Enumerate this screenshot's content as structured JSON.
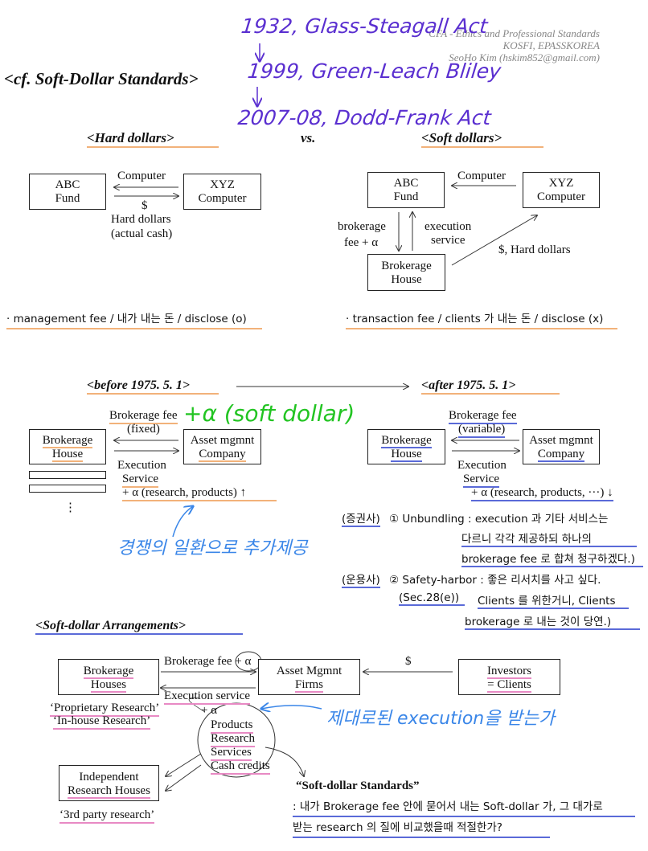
{
  "header": {
    "line1": "CFA - Ethics and Professional Standards",
    "line2": "KOSFI, EPASSKOREA",
    "line3": "SeoHo Kim (hskim852@gmail.com)"
  },
  "title": "<cf. Soft-Dollar Standards>",
  "handwriting_top": {
    "a": "1932, Glass-Steagall Act",
    "b": "1999, Green-Leach Bliley",
    "c": "2007-08, Dodd-Frank Act"
  },
  "section1": {
    "hard_title": "<Hard dollars>",
    "vs": "vs.",
    "soft_title": "<Soft dollars>",
    "hard": {
      "fund": "ABC\nFund",
      "computer": "XYZ\nComputer",
      "arrow_top": "Computer",
      "dollar": "$",
      "hard_label1": "Hard dollars",
      "hard_label2": "(actual cash)",
      "note": "· management fee / 내가 내는 돈 / disclose (o)"
    },
    "soft": {
      "fund": "ABC\nFund",
      "computer": "XYZ\nComputer",
      "arrow_top": "Computer",
      "brokerage": "brokerage",
      "fee": "fee + α",
      "execution": "execution",
      "service": "service",
      "house": "Brokerage\nHouse",
      "hard": "$, Hard dollars",
      "note": "· transaction fee / clients 가 내는 돈 / disclose (x)"
    }
  },
  "section2": {
    "before_title": "<before 1975. 5. 1>",
    "after_title": "<after 1975. 5. 1>",
    "before": {
      "fee1": "Brokerage fee",
      "fee2": "(fixed)",
      "house1": "Brokerage",
      "house2": "House",
      "am1": "Asset mgmnt",
      "am2": "Company",
      "exec1": "Execution",
      "exec2": "Service",
      "plus": "+ α (research, products) ↑",
      "dots": "⋮",
      "hand_green": "+α (soft dollar)",
      "hand_blue": "경쟁의 일환으로 추가제공"
    },
    "after": {
      "fee1": "Brokerage fee",
      "fee2": "(variable)",
      "house1": "Brokerage",
      "house2": "House",
      "am1": "Asset mgmnt",
      "am2": "Company",
      "exec1": "Execution",
      "exec2": "Service",
      "plus": "+ α (research, products, ···) ↓",
      "k1a": "(증권사)",
      "k1b": "① Unbundling : execution 과 기타 서비스는",
      "k1c": "다르니 각각 제공하되 하나의",
      "k1d": "brokerage fee 로 합쳐 청구하겠다.)",
      "k2a": "(운용사)",
      "k2b": "② Safety-harbor : 좋은 리서치를 사고 싶다.",
      "k2c": "(Sec.28(e))",
      "k2d": "Clients 를 위한거니, Clients",
      "k2e": "brokerage 로 내는 것이 당연.)"
    }
  },
  "section3": {
    "title": "<Soft-dollar Arrangements>",
    "bh1": "Brokerage",
    "bh2": "Houses",
    "am1": "Asset Mgmnt",
    "am2": "Firms",
    "inv1": "Investors",
    "inv2": "= Clients",
    "fee": "Brokerage fee + α",
    "exec": "Execution service",
    "dollar": "$",
    "prop": "‘Proprietary Research’",
    "inhouse": "‘In-house Research’",
    "plus": "+ α",
    "items": [
      "Products",
      "Research",
      "Services",
      "Cash credits"
    ],
    "ind1": "Independent",
    "ind2": "Research Houses",
    "third": "‘3rd party research’",
    "hand_blue": "제대로된 execution을 받는가",
    "sds_title": "“Soft-dollar Standards”",
    "sds1": ": 내가 Brokerage fee 안에 묻어서 내는 Soft-dollar 가, 그 대가로",
    "sds2": "받는 research 의 질에 비교했을때 적절한가?"
  }
}
